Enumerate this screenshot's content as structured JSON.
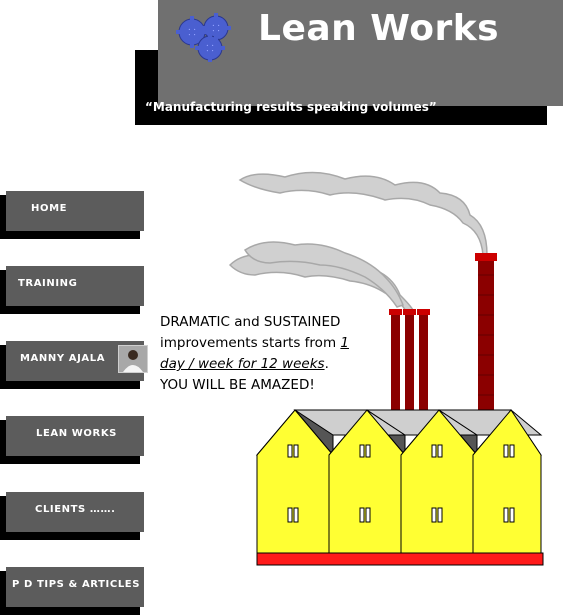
{
  "header": {
    "title": "Lean Works",
    "tagline": "“Manufacturing results speaking volumes”",
    "logo_icon": "gears-icon"
  },
  "nav": {
    "items": [
      {
        "label": "HOME"
      },
      {
        "label": "TRAINING"
      },
      {
        "label": "MANNY AJALA"
      },
      {
        "label": "LEAN WORKS"
      },
      {
        "label": "CLIENTS ……."
      },
      {
        "label": "P D TIPS & ARTICLES"
      }
    ]
  },
  "promo": {
    "line1": "DRAMATIC and SUSTAINED",
    "line2_prefix": "improvements starts from ",
    "link1": "1",
    "link2": "day /  week for 12 weeks",
    "punct": ".",
    "line4": "YOU WILL BE AMAZED!"
  },
  "colors": {
    "banner": "#707070",
    "nav_button": "#5c5c5c",
    "factory_wall": "#ffff33",
    "factory_base": "#ff1a1a",
    "chimney": "#8b0000"
  }
}
